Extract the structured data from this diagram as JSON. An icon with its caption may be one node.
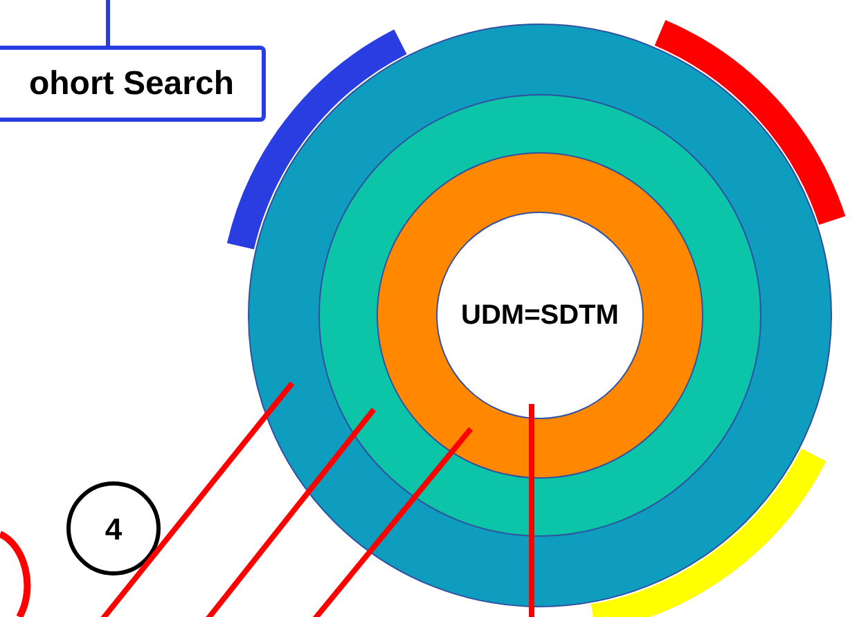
{
  "diagram": {
    "nodes": [
      {
        "text": [
          "ohort Search"
        ]
      },
      {
        "text": [],
        "shape": "circle"
      },
      {
        "text": [],
        "shape": "circle",
        "in": 1
      },
      {
        "text": [],
        "shape": "circle",
        "in": 2
      },
      {
        "text": [
          "UDM=SDTM"
        ],
        "in": 3
      },
      {
        "text": [
          "4"
        ]
      }
    ],
    "edges": [
      {
        "from": null,
        "to": 0,
        "arrow": "none",
        "color": "#2a3de0"
      },
      {
        "from": 1,
        "to": null,
        "arrow": "none",
        "color": "#ff0000"
      },
      {
        "from": 2,
        "to": null,
        "arrow": "none",
        "color": "#ff0000"
      },
      {
        "from": 3,
        "to": null,
        "arrow": "none",
        "color": "#ff0000"
      },
      {
        "from": 4,
        "to": null,
        "arrow": "none",
        "color": "#ff0000"
      }
    ]
  }
}
